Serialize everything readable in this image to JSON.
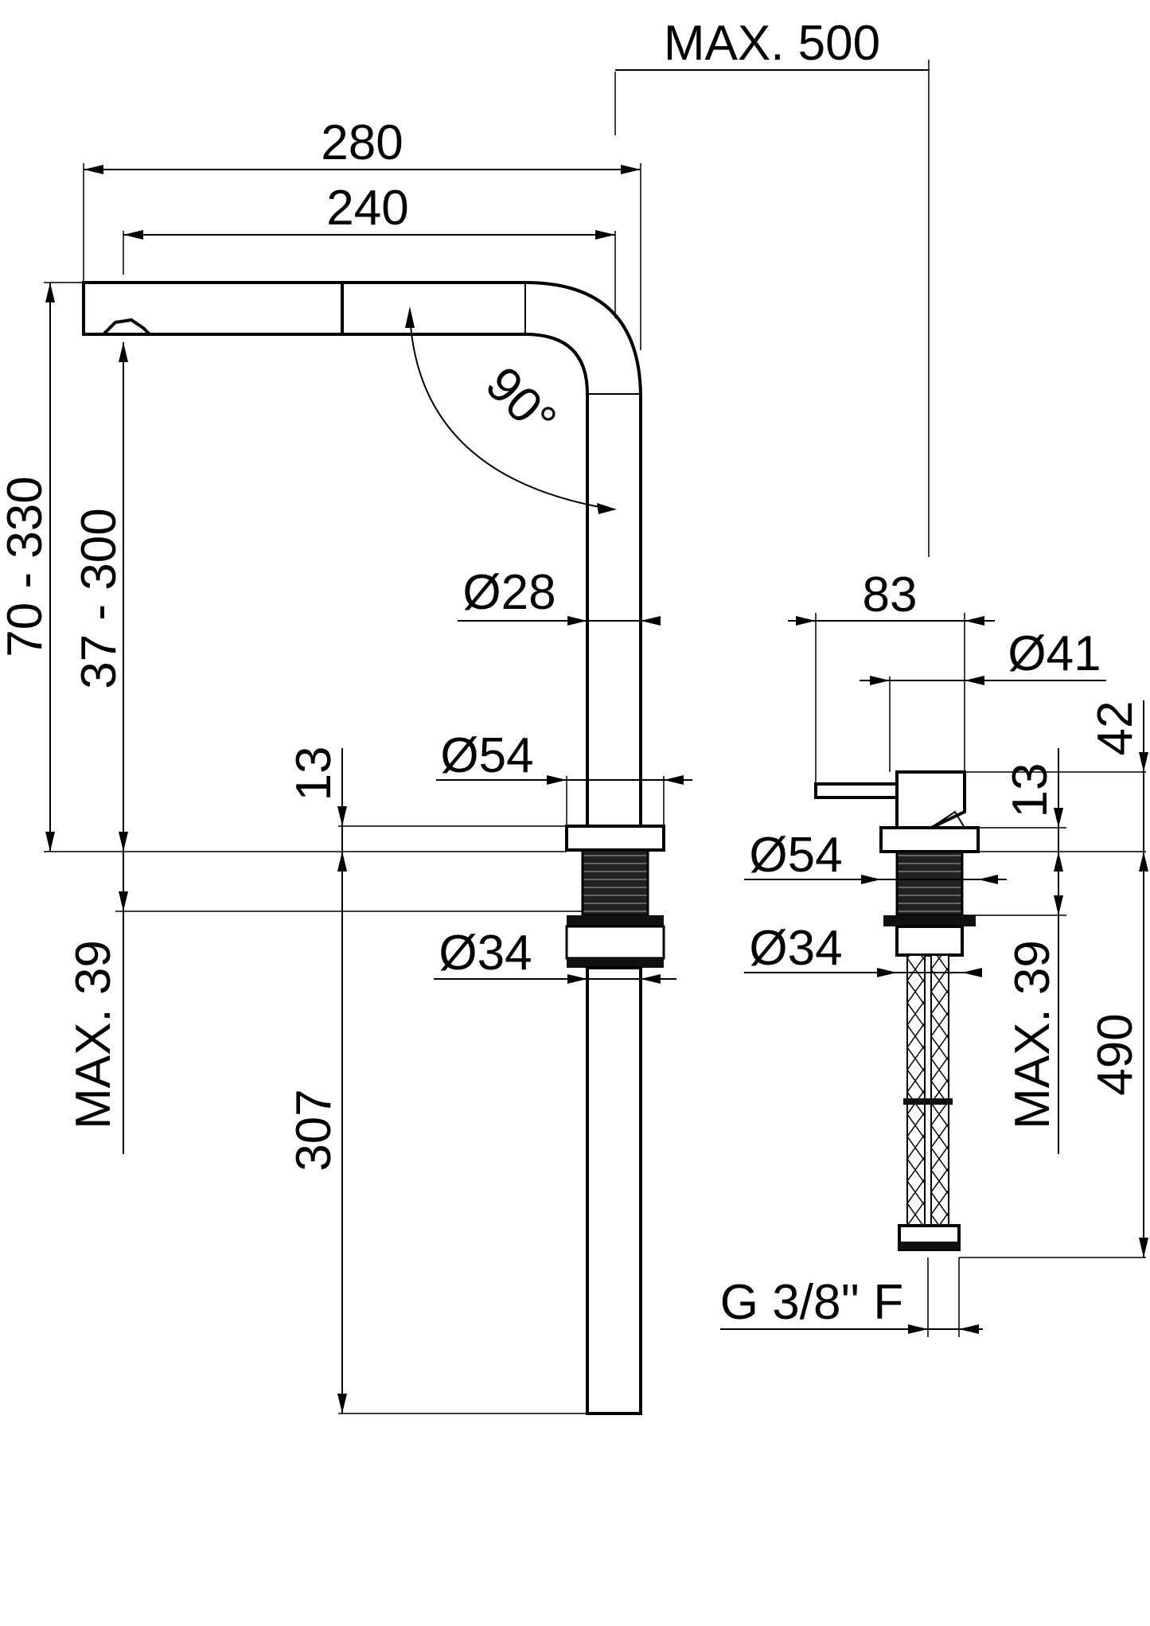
{
  "dimensions": {
    "max_reach": "MAX. 500",
    "spout_length": "280",
    "spout_outlet": "240",
    "swivel_angle": "90°",
    "height_range_a": "70 - 330",
    "height_range_b": "37 - 300",
    "tube_diameter": "Ø28",
    "base_diameter_front": "Ø54",
    "base_height_front": "13",
    "shank_diameter_front": "Ø34",
    "max_counter_front": "MAX. 39",
    "shank_length": "307",
    "side_depth": "83",
    "side_body_diameter": "Ø41",
    "side_body_height": "42",
    "side_base_height": "13",
    "base_diameter_side": "Ø54",
    "shank_diameter_side": "Ø34",
    "max_counter_side": "MAX. 39",
    "hose_length": "490",
    "connection": "G 3/8'' F"
  }
}
